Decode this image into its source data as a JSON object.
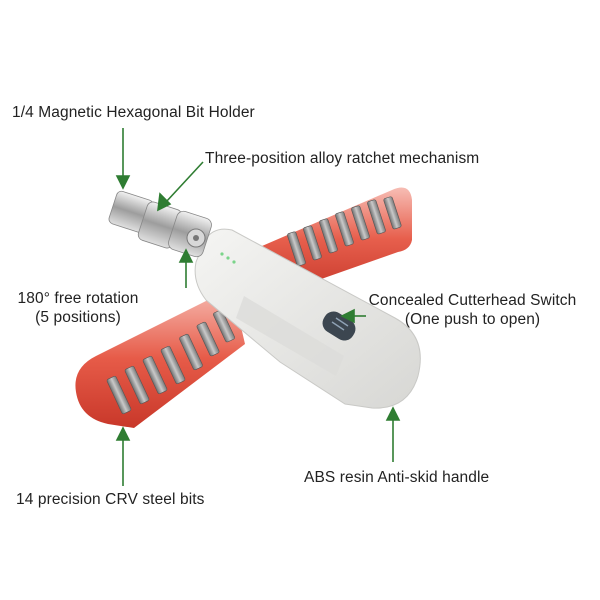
{
  "callouts": {
    "bit_holder": "1/4  Magnetic Hexagonal Bit Holder",
    "ratchet": "Three-position alloy ratchet mechanism",
    "rotation_line1": "180° free rotation",
    "rotation_line2": "(5 positions)",
    "switch_line1": "Concealed Cutterhead Switch",
    "switch_line2": "(One push to open)",
    "handle": "ABS resin Anti-skid handle",
    "bits": "14 precision CRV steel bits"
  },
  "colors": {
    "arrow": "#2f7d32",
    "handle": "#e8e8e6",
    "bit_tray": "#e24a36",
    "bit_steel": "#9a9a9a",
    "switch": "#3c4650"
  }
}
